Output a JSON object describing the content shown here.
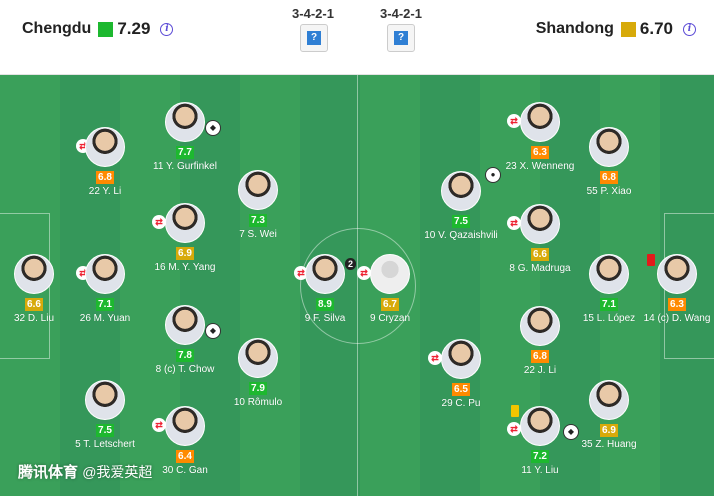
{
  "home": {
    "name": "Chengdu",
    "rating": "7.29",
    "color": "#1db82f",
    "formation": "3-4-2-1"
  },
  "away": {
    "name": "Shandong",
    "rating": "6.70",
    "color": "#d7aa0a",
    "formation": "3-4-2-1"
  },
  "formation_icon": "?",
  "watermark": {
    "brand": "腾讯体育",
    "handle": "@我爱英超"
  },
  "players": [
    {
      "id": "h1",
      "label": "32 D. Liu",
      "rating": "6.6",
      "cls": "y",
      "photo": "face"
    },
    {
      "id": "h2",
      "label": "22 Y. Li",
      "rating": "6.8",
      "cls": "o",
      "photo": "face"
    },
    {
      "id": "h3",
      "label": "26 M. Yuan",
      "rating": "7.1",
      "cls": "g",
      "photo": "face"
    },
    {
      "id": "h4",
      "label": "5 T. Letschert",
      "rating": "7.5",
      "cls": "g",
      "photo": "face"
    },
    {
      "id": "h5",
      "label": "11 Y. Gurfinkel",
      "rating": "7.7",
      "cls": "g",
      "photo": "face"
    },
    {
      "id": "h6",
      "label": "16 M. Y. Yang",
      "rating": "6.9",
      "cls": "y",
      "photo": "face"
    },
    {
      "id": "h7",
      "label": "8 (c) T. Chow",
      "rating": "7.8",
      "cls": "g",
      "photo": "face"
    },
    {
      "id": "h8",
      "label": "30 C. Gan",
      "rating": "6.4",
      "cls": "o",
      "photo": "face"
    },
    {
      "id": "h9",
      "label": "7 S. Wei",
      "rating": "7.3",
      "cls": "g",
      "photo": "face"
    },
    {
      "id": "h10",
      "label": "10 Rômulo",
      "rating": "7.9",
      "cls": "g",
      "photo": "face"
    },
    {
      "id": "h11",
      "label": "9 F. Silva",
      "rating": "8.9",
      "cls": "g",
      "photo": "face"
    },
    {
      "id": "a1",
      "label": "9 Cryzan",
      "rating": "6.7",
      "cls": "y",
      "photo": "blank"
    },
    {
      "id": "a2",
      "label": "10 V. Qazaishvili",
      "rating": "7.5",
      "cls": "g",
      "photo": "face"
    },
    {
      "id": "a3",
      "label": "8 G. Madruga",
      "rating": "6.6",
      "cls": "y",
      "photo": "face"
    },
    {
      "id": "a4",
      "label": "23 X. Wenneng",
      "rating": "6.3",
      "cls": "o",
      "photo": "face"
    },
    {
      "id": "a5",
      "label": "22 J. Li",
      "rating": "6.8",
      "cls": "o",
      "photo": "face"
    },
    {
      "id": "a6",
      "label": "29 C. Pu",
      "rating": "6.5",
      "cls": "o",
      "photo": "face"
    },
    {
      "id": "a7",
      "label": "11 Y. Liu",
      "rating": "7.2",
      "cls": "g",
      "photo": "face"
    },
    {
      "id": "a8",
      "label": "55 P. Xiao",
      "rating": "6.8",
      "cls": "o",
      "photo": "face"
    },
    {
      "id": "a9",
      "label": "15 L. López",
      "rating": "7.1",
      "cls": "g",
      "photo": "face"
    },
    {
      "id": "a10",
      "label": "35 Z. Huang",
      "rating": "6.9",
      "cls": "y",
      "photo": "face"
    },
    {
      "id": "a11",
      "label": "14 (c) D. Wang",
      "rating": "6.3",
      "cls": "o",
      "photo": "face"
    }
  ],
  "goal_count": "2"
}
